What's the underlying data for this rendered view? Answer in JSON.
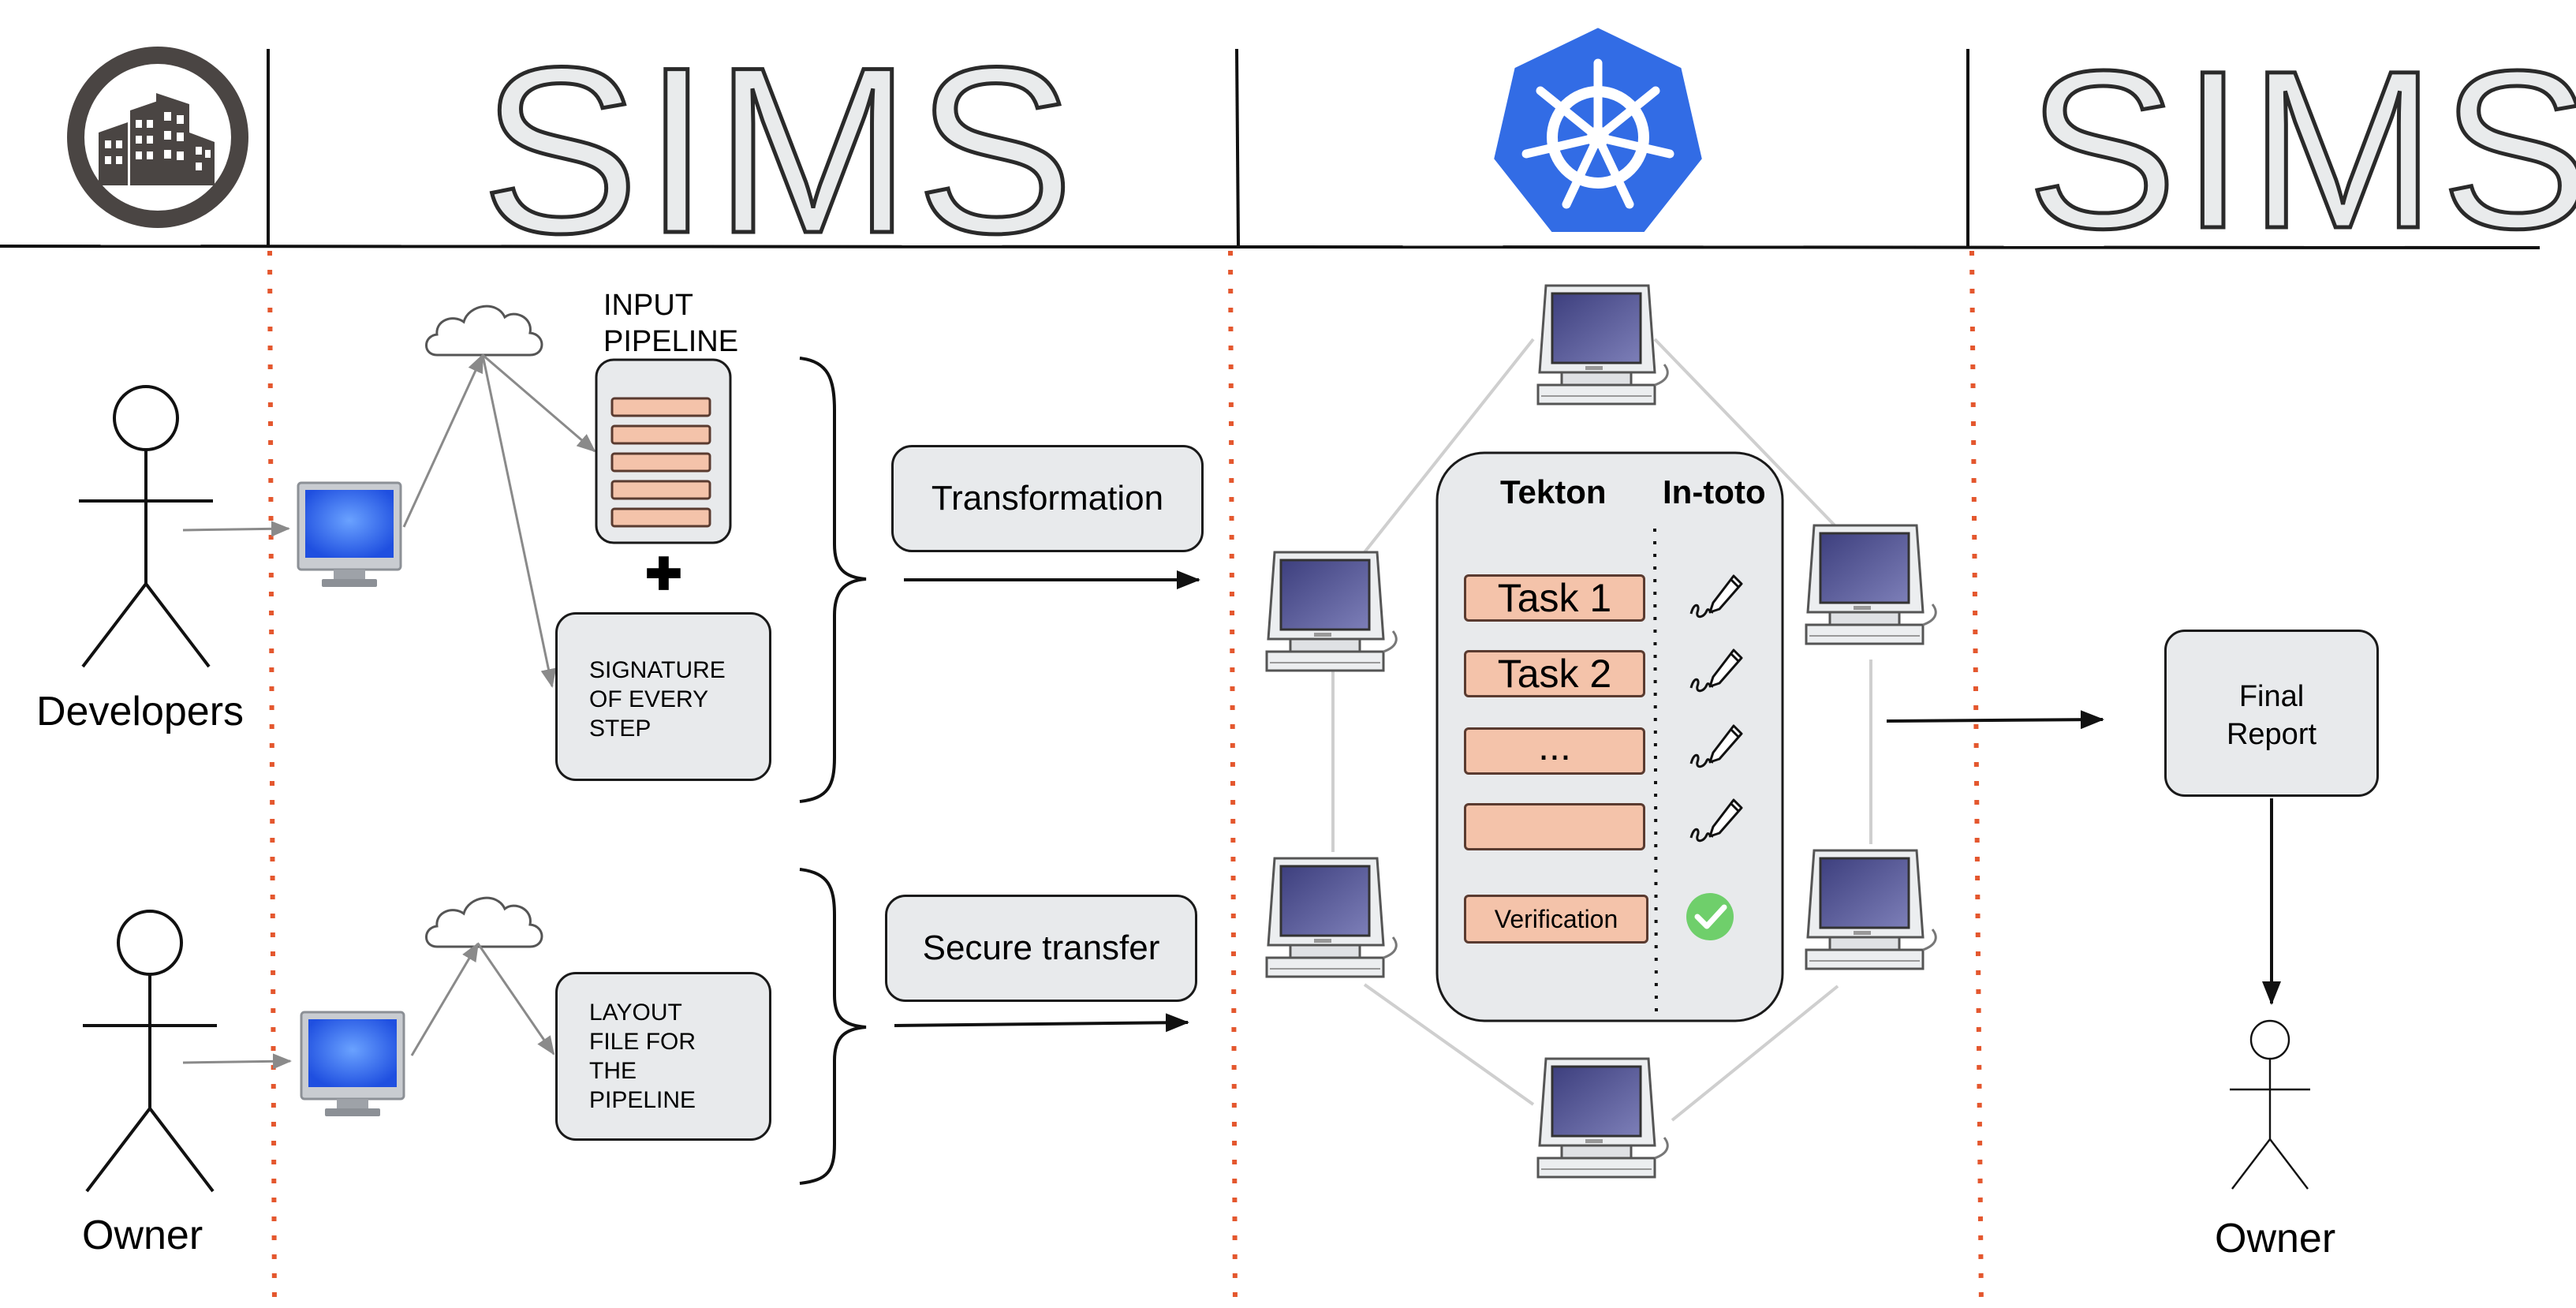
{
  "header": {
    "title_left": "SIMS",
    "title_right": "SIMS",
    "building_logo_icon": "city-buildings-icon",
    "kubernetes_logo_icon": "ship-wheel-icon",
    "colors": {
      "kubernetes": "#326ce5",
      "divider": "#e4572e",
      "sims_fill": "#e9ebec"
    }
  },
  "actors": {
    "developers": "Developers",
    "owner_left": "Owner",
    "owner_right": "Owner"
  },
  "input_section": {
    "pipeline_label": "INPUT\nPIPELINE",
    "plus": "✚",
    "signature_box": "SIGNATURE\nOF EVERY\nSTEP",
    "layout_box": "LAYOUT\nFILE FOR\nTHE\nPIPELINE"
  },
  "process": {
    "transformation": "Transformation",
    "secure_transfer": "Secure transfer"
  },
  "cluster": {
    "tekton_header": "Tekton",
    "intoto_header": "In-toto",
    "tasks": [
      "Task 1",
      "Task 2",
      "...",
      ""
    ],
    "verification": "Verification",
    "task_color": "#f4c3aa",
    "check_color": "#6fcf6b"
  },
  "output": {
    "final_report": "Final\nReport"
  }
}
